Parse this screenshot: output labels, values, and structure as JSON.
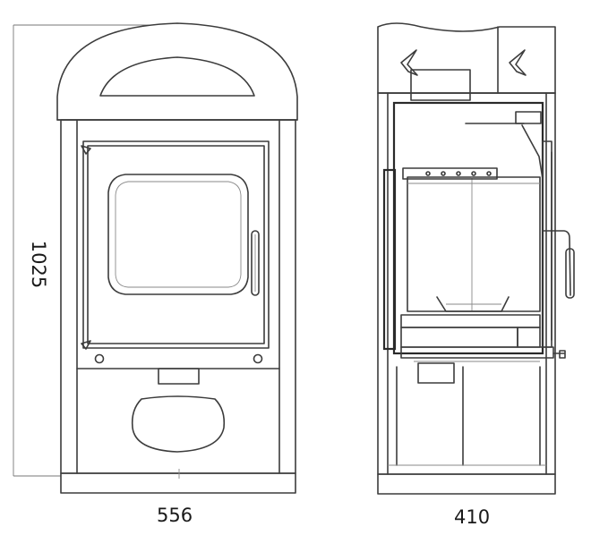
{
  "dimensions": {
    "height": "1025",
    "width": "556",
    "depth": "410"
  },
  "colors": {
    "line": "#3c3c3c",
    "thin_line": "#8a8a8a",
    "dimension_line": "#777777"
  }
}
